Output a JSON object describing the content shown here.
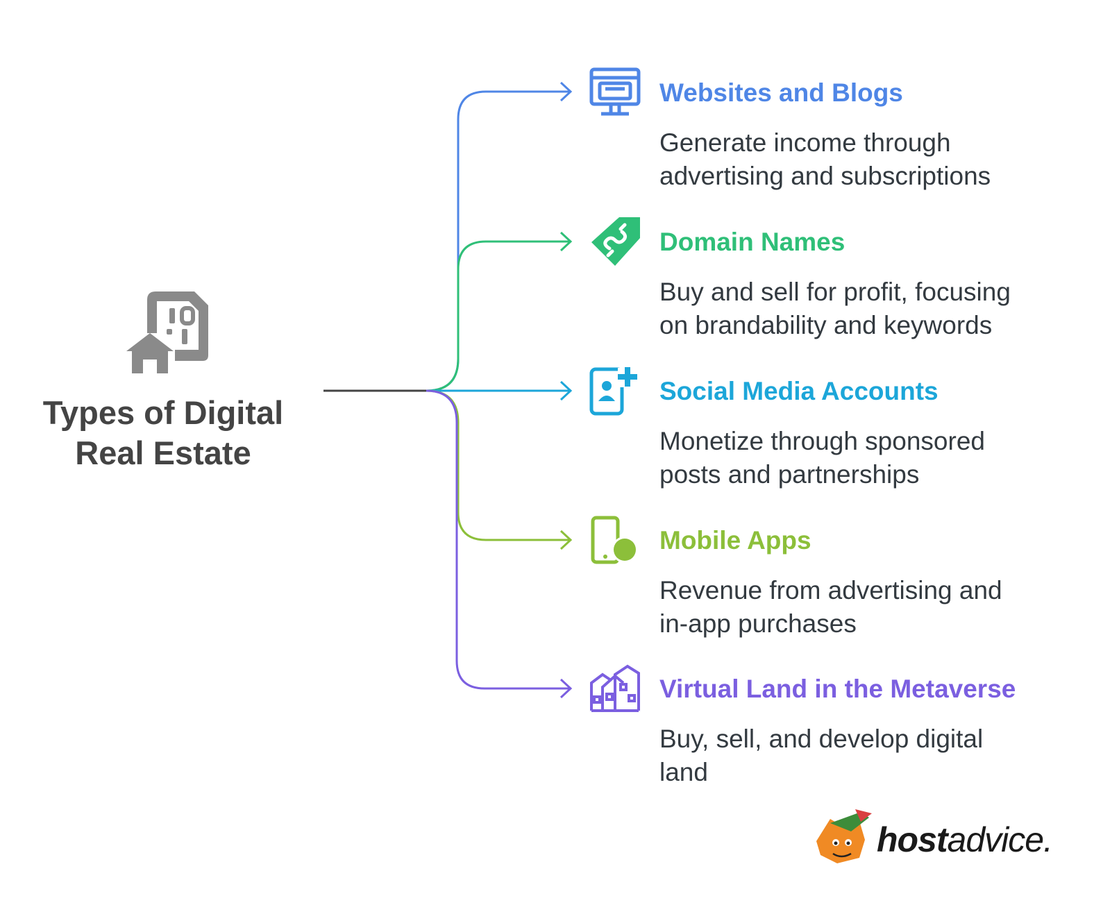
{
  "root": {
    "title_line1": "Types of Digital",
    "title_line2": "Real Estate",
    "icon": "building-house-icon",
    "color": "#8a8a8a"
  },
  "branches": [
    {
      "title": "Websites and Blogs",
      "desc_line1": "Generate income through",
      "desc_line2": "advertising and subscriptions",
      "color": "#4f86e6",
      "icon": "website-monitor-icon"
    },
    {
      "title": "Domain Names",
      "desc_line1": "Buy and sell for profit, focusing",
      "desc_line2": "on brandability and keywords",
      "color": "#2fbf78",
      "icon": "price-tag-icon"
    },
    {
      "title": "Social Media Accounts",
      "desc_line1": "Monetize through sponsored",
      "desc_line2": "posts and partnerships",
      "color": "#1ca6d9",
      "icon": "add-contact-phone-icon"
    },
    {
      "title": "Mobile Apps",
      "desc_line1": "Revenue from advertising and",
      "desc_line2": "in-app purchases",
      "color": "#8cbf3a",
      "icon": "mobile-phone-icon"
    },
    {
      "title": "Virtual Land in the Metaverse",
      "desc_line1": "Buy, sell, and develop digital",
      "desc_line2": "land",
      "color": "#7b5fe0",
      "icon": "virtual-city-icon"
    }
  ],
  "brand": {
    "bold": "host",
    "regular": "advice.",
    "icon": "fox-mascot-icon"
  }
}
